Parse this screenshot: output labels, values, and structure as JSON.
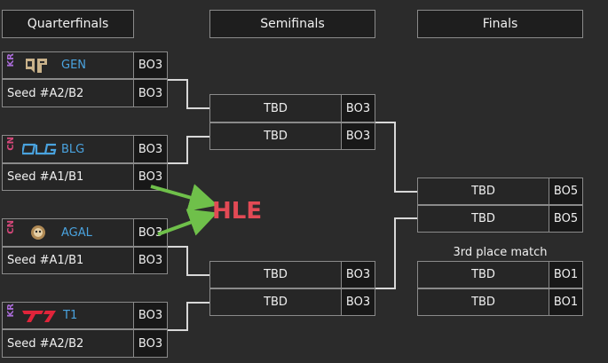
{
  "headers": {
    "quarterfinals": "Quarterfinals",
    "semifinals": "Semifinals",
    "finals": "Finals"
  },
  "quarterfinals": [
    {
      "top": {
        "region": "KR",
        "region_color": "#a86bd6",
        "team": "GEN",
        "team_color": "#4aa3df",
        "logo": "gen-logo-icon",
        "format": "BO3"
      },
      "bottom": {
        "label": "Seed #A2/B2",
        "format": "BO3"
      }
    },
    {
      "top": {
        "region": "CN",
        "region_color": "#d6487a",
        "team": "BLG",
        "team_color": "#4aa3df",
        "logo": "blg-logo-icon",
        "format": "BO3"
      },
      "bottom": {
        "label": "Seed #A1/B1",
        "format": "BO3"
      }
    },
    {
      "top": {
        "region": "CN",
        "region_color": "#d6487a",
        "team": "AGAL",
        "team_color": "#4aa3df",
        "logo": "agal-logo-icon",
        "format": "BO3"
      },
      "bottom": {
        "label": "Seed #A1/B1",
        "format": "BO3"
      }
    },
    {
      "top": {
        "region": "KR",
        "region_color": "#a86bd6",
        "team": "T1",
        "team_color": "#4aa3df",
        "logo": "t1-logo-icon",
        "format": "BO3"
      },
      "bottom": {
        "label": "Seed #A2/B2",
        "format": "BO3"
      }
    }
  ],
  "semifinals": [
    {
      "top": {
        "label": "TBD",
        "format": "BO3"
      },
      "bottom": {
        "label": "TBD",
        "format": "BO3"
      }
    },
    {
      "top": {
        "label": "TBD",
        "format": "BO3"
      },
      "bottom": {
        "label": "TBD",
        "format": "BO3"
      }
    }
  ],
  "finals": {
    "top": {
      "label": "TBD",
      "format": "BO5"
    },
    "bottom": {
      "label": "TBD",
      "format": "BO5"
    }
  },
  "third_place": {
    "title": "3rd place match",
    "top": {
      "label": "TBD",
      "format": "BO1"
    },
    "bottom": {
      "label": "TBD",
      "format": "BO1"
    }
  },
  "annotation": {
    "text": "HLE",
    "color": "#e24a55",
    "arrow_color": "#6fc04a"
  }
}
